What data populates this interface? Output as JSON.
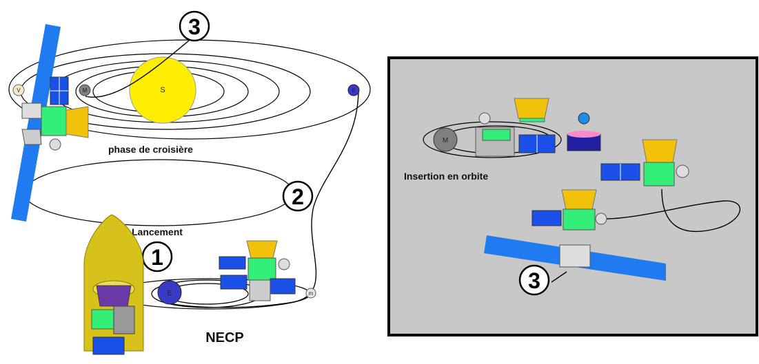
{
  "labels": {
    "cruise": "phase de croisière",
    "launch": "Lancement",
    "necp": "NECP",
    "orbit_insertion": "Insertion en orbite"
  },
  "planets": {
    "venus": "V",
    "mercury": "M",
    "sun": "S",
    "earth": "E",
    "moon": "m",
    "mercury_inset": "M"
  },
  "steps": {
    "one": "1",
    "two": "2",
    "three": "3",
    "three_inset": "3"
  },
  "colors": {
    "sun": "#ffee00",
    "solar_panel": "#1f7bef",
    "spacecraft_body": "#33ee77",
    "antenna_cone": "#f2c20a",
    "fairing": "#d6c21a",
    "inset_bg": "#c8c8c8",
    "earth": "#3a3ac8",
    "mercury": "#808080",
    "venus": "#f3e9c8"
  }
}
